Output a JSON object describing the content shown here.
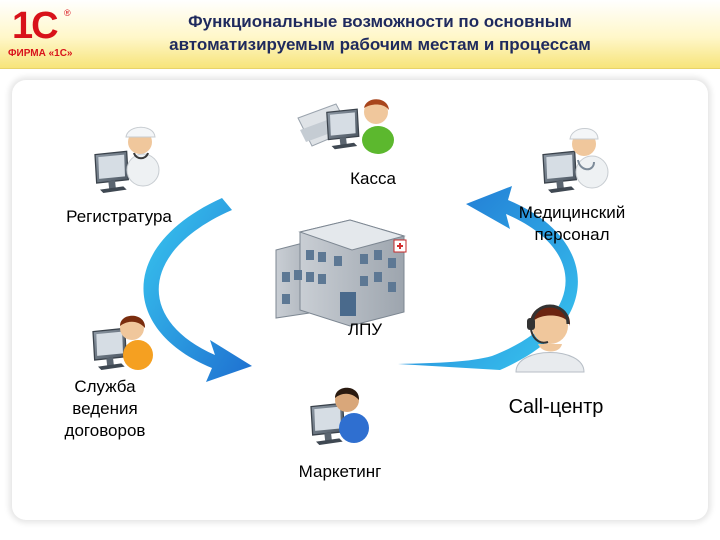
{
  "header": {
    "logo_text": "ФИРМА «1С»",
    "title_line1": "Функциональные возможности по основным",
    "title_line2": "автоматизируемым рабочим местам и процессам"
  },
  "nodes": {
    "kassa": "Касса",
    "registratura": "Регистратура",
    "medical_line1": "Медицинский",
    "medical_line2": "персонал",
    "lpu": "ЛПУ",
    "contracts_line1": "Служба",
    "contracts_line2": "ведения",
    "contracts_line3": "договоров",
    "callcenter": "Call-центр",
    "marketing": "Маркетинг"
  },
  "colors": {
    "title": "#1f2a5e",
    "brand_red": "#d8121a",
    "arrow_cyan": "#2ec4ee",
    "arrow_blue": "#1560c8"
  },
  "icons": [
    "workstation-icon",
    "hospital-building-icon",
    "headset-operator-icon"
  ]
}
